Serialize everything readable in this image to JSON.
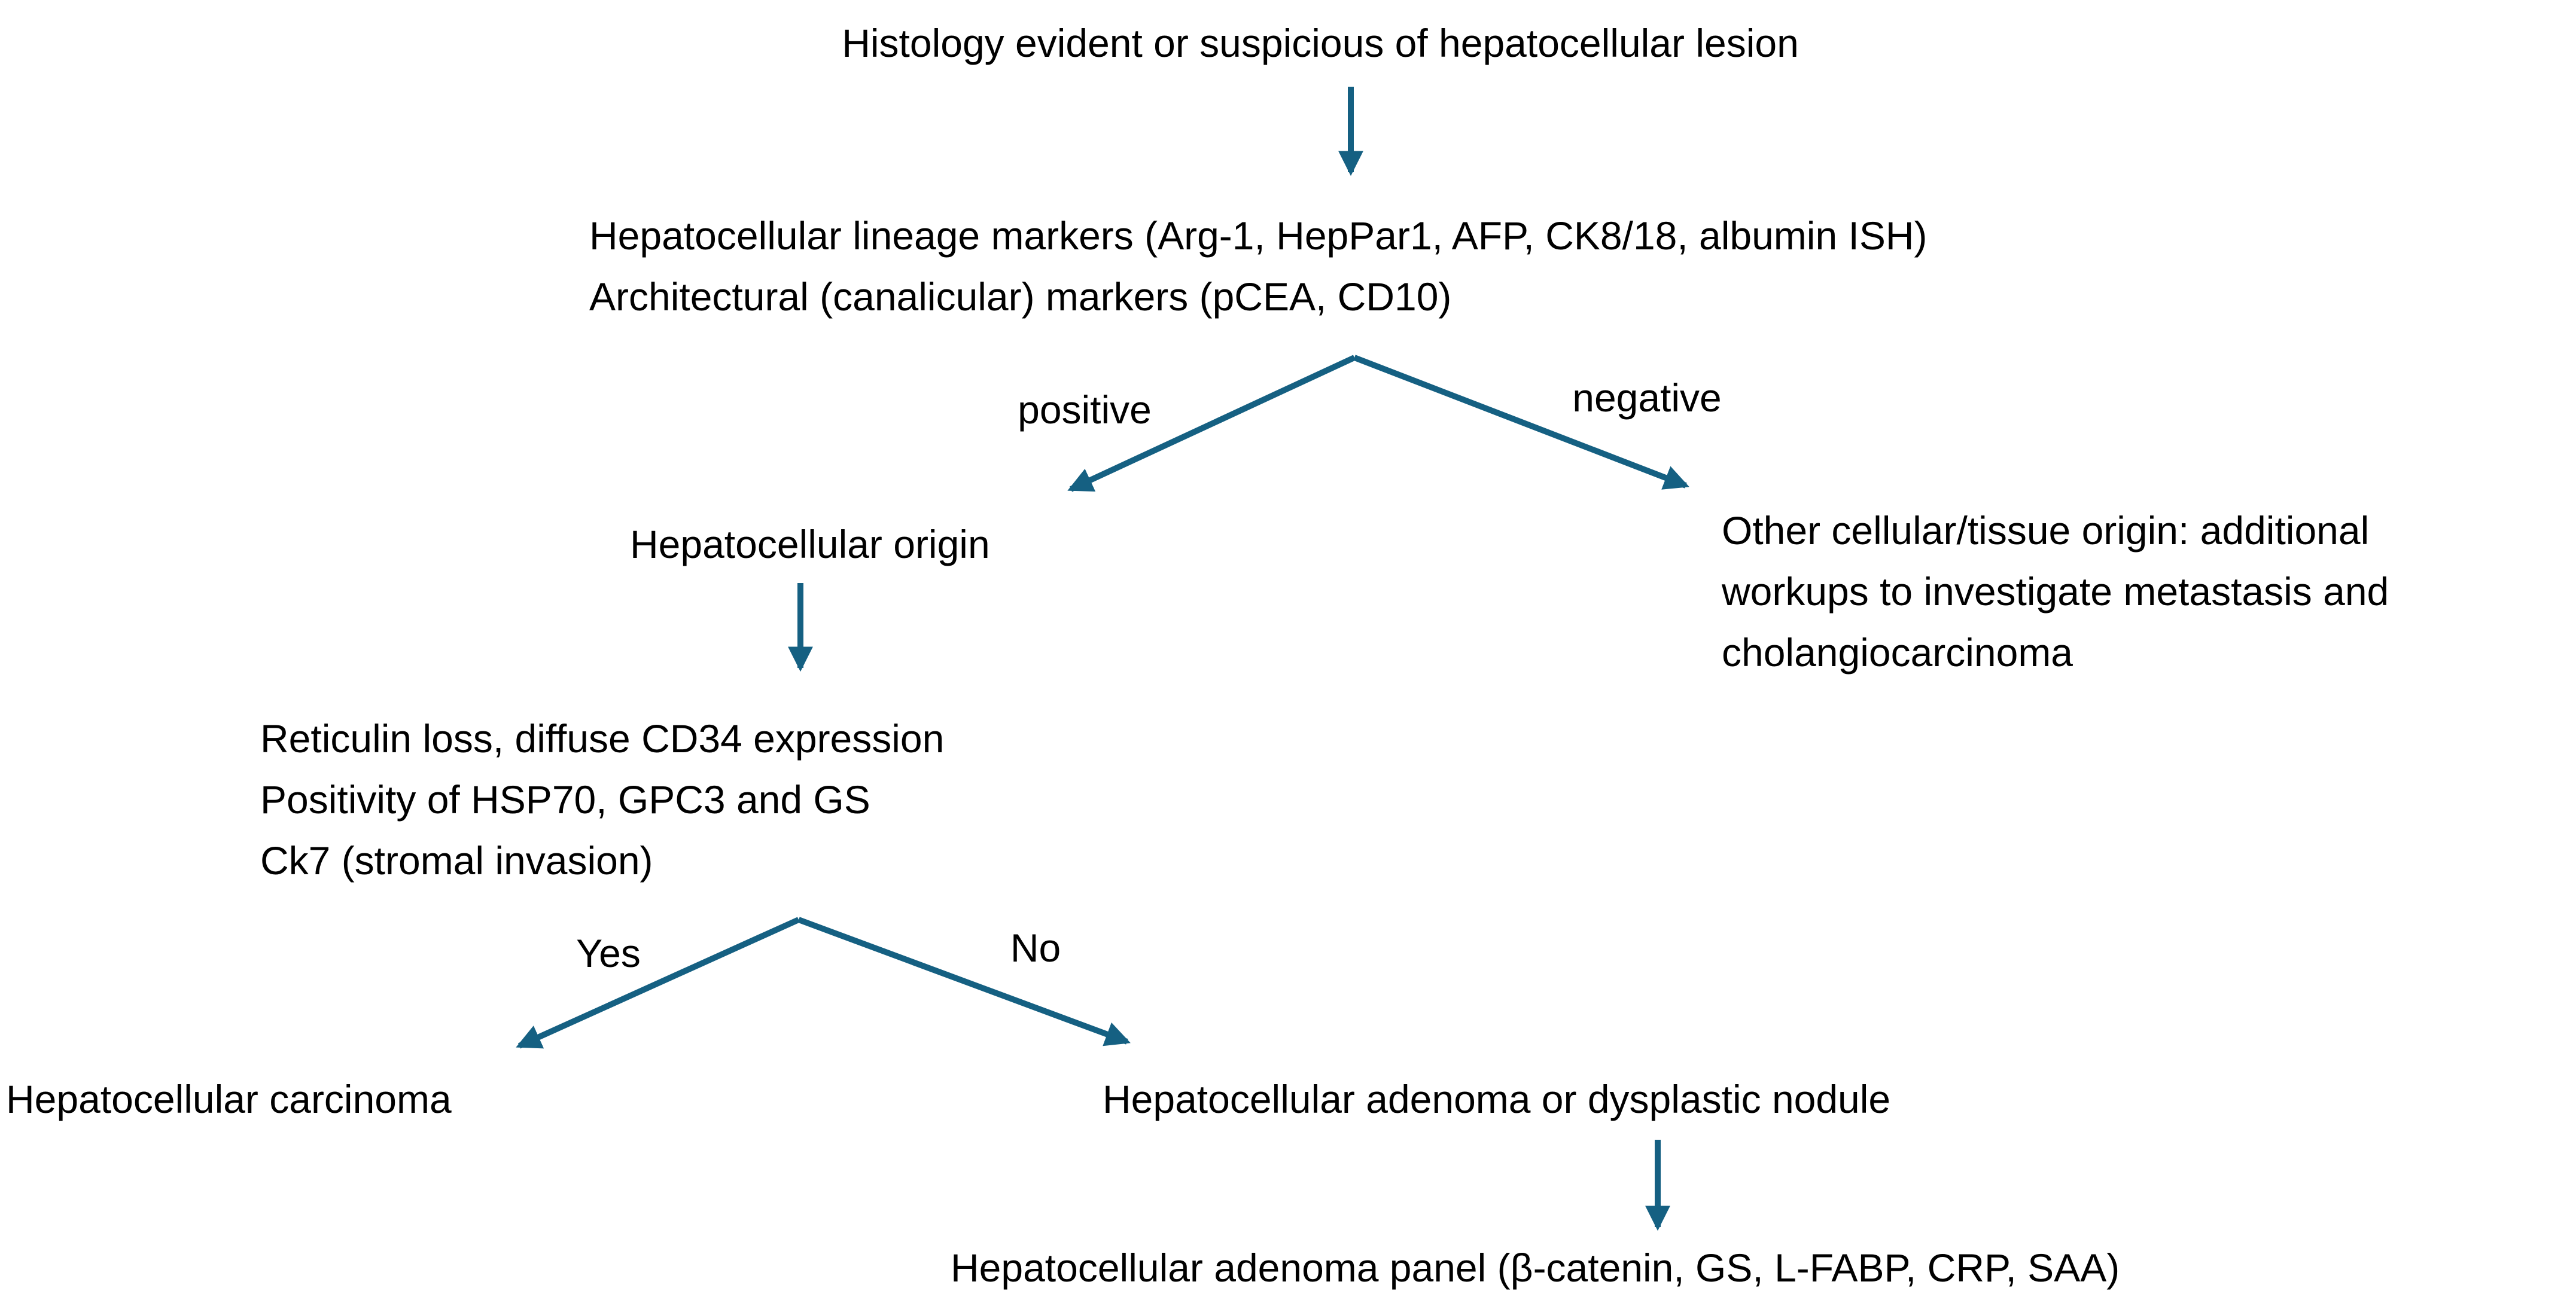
{
  "diagram": {
    "background_color": "#ffffff",
    "text_color": "#000000",
    "arrow_color": "#156082",
    "nodes": {
      "histology": "Histology evident or suspicious of hepatocellular lesion",
      "markers": {
        "lines": [
          "Hepatocellular lineage markers (Arg-1, HepPar1, AFP, CK8/18, albumin ISH)",
          "Architectural (canalicular) markers (pCEA, CD10)"
        ]
      },
      "hepatocellular_origin": "Hepatocellular origin",
      "other_origin": {
        "lines": [
          "Other cellular/tissue origin: additional",
          "workups to investigate metastasis and",
          "cholangiocarcinoma"
        ]
      },
      "reticulin": {
        "lines": [
          "Reticulin loss, diffuse CD34 expression",
          "Positivity of HSP70, GPC3 and GS",
          "Ck7 (stromal invasion)"
        ]
      },
      "carcinoma": "Hepatocellular carcinoma",
      "adenoma": "Hepatocellular adenoma or dysplastic nodule",
      "adenoma_panel": "Hepatocellular adenoma panel (β-catenin, GS, L-FABP, CRP, SAA)"
    },
    "edge_labels": {
      "positive": "positive",
      "negative": "negative",
      "yes": "Yes",
      "no": "No"
    }
  }
}
